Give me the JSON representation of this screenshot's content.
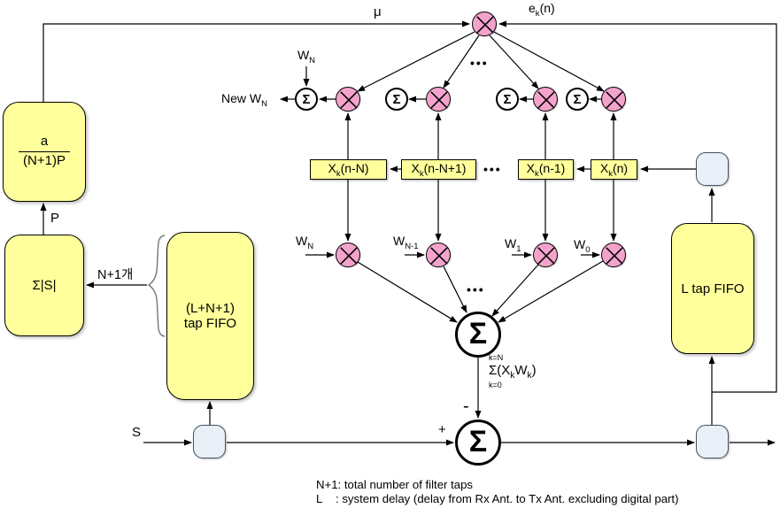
{
  "diagram": {
    "type": "adaptive-filter-block-diagram",
    "colors": {
      "multiplier_fill": "#F3A3CB",
      "box_fill": "#FFFF9C",
      "node_fill": "#E9F0F8",
      "line": "#000000"
    },
    "labels": {
      "mu": "μ",
      "error_signal": "e<sub>k</sub>(n)",
      "weight_in": "W<sub>N</sub>",
      "new_weight": "New W<sub>N</sub>",
      "sigma": "Σ",
      "dots": "•••",
      "plus": "+",
      "minus": "-",
      "input": "S",
      "power": "P",
      "tap_count": "N+1개",
      "step_numerator": "a",
      "step_denominator": "(N+1)P",
      "power_sum": "Σ|S|",
      "left_fifo_line1": "(L+N+1)",
      "left_fifo_line2": "tap FIFO",
      "right_fifo": "L tap FIFO",
      "sum_upper": "k=N",
      "sum_expr": "Σ(X<sub>k</sub>W<sub>k</sub>)",
      "sum_lower": "k=0"
    },
    "taps": [
      "X<sub>k</sub>(n-N)",
      "X<sub>k</sub>(n-N+1)",
      "X<sub>k</sub>(n-1)",
      "X<sub>k</sub>(n)"
    ],
    "weights": [
      "W<sub>N</sub>",
      "W<sub>N-1</sub>",
      "W<sub>1</sub>",
      "W<sub>0</sub>"
    ],
    "notes": [
      "N+1: total number of filter taps",
      "L    : system delay (delay from Rx Ant. to Tx Ant. excluding digital part)"
    ]
  }
}
